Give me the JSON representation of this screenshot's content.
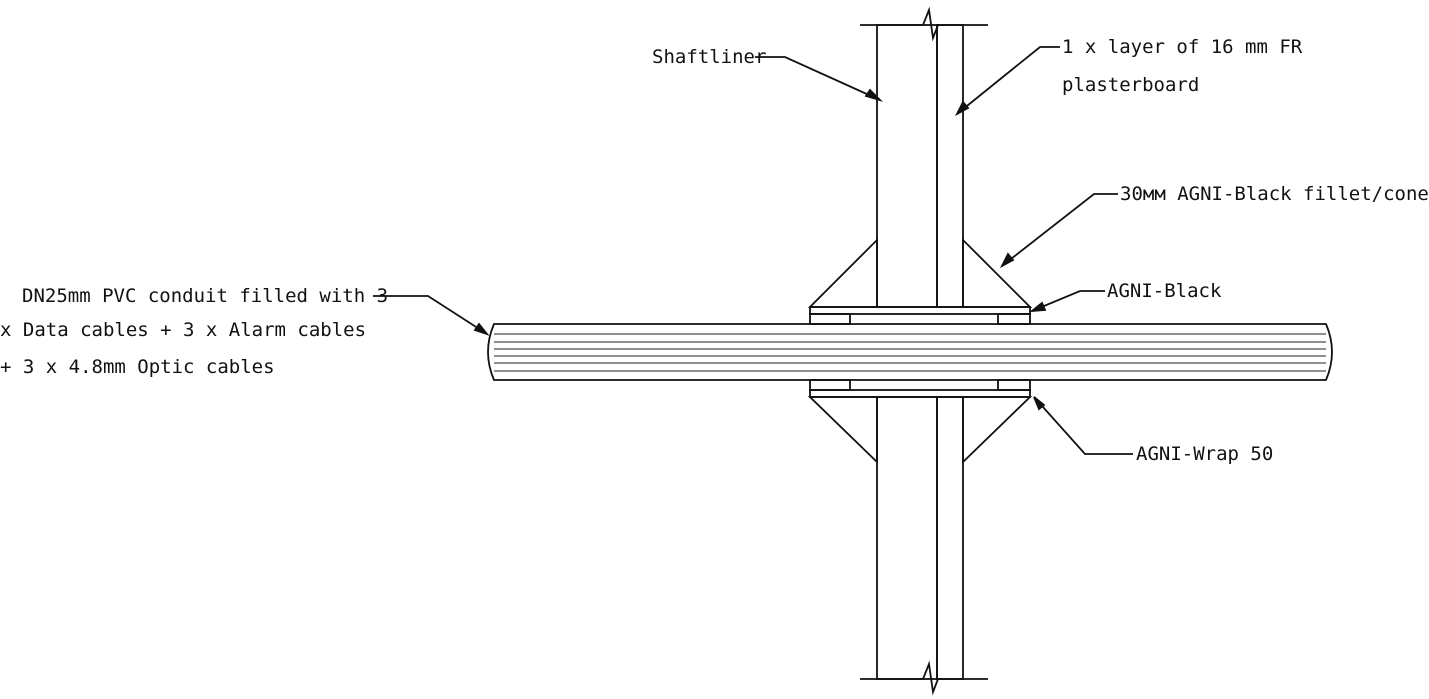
{
  "labels": {
    "shaftliner": "Shaftliner",
    "plasterboard_line1": "1 x layer of 16 mm FR",
    "plasterboard_line2": "plasterboard",
    "fillet": "30мм AGNI-Black fillet/cone",
    "agni_black": "AGNI-Black",
    "conduit_line1": "DN25mm PVC conduit filled with 3",
    "conduit_line2": "x Data cables + 3 x Alarm cables",
    "conduit_line3": "+ 3 x 4.8mm Optic cables",
    "wrap": "AGNI-Wrap 50"
  },
  "colors": {
    "line": "#111111",
    "sealant_fill": "#8a8a8a",
    "wrap_fill": "#d9d9d9",
    "background": "#ffffff"
  }
}
